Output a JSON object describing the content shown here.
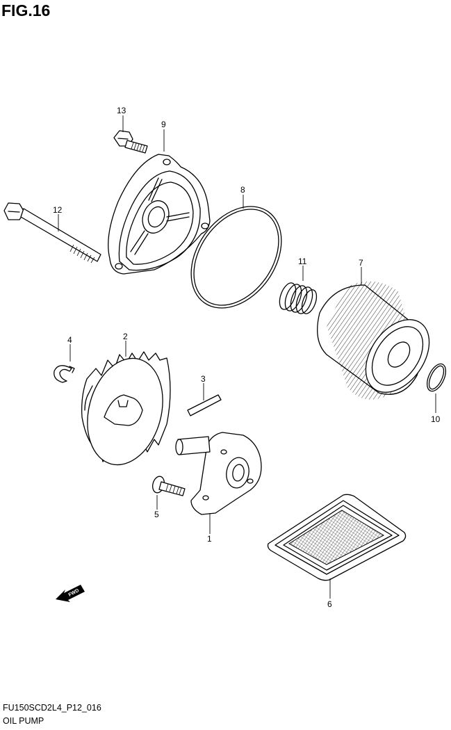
{
  "figure": {
    "title": "FIG.16",
    "code": "FU150SCD2L4_P12_016",
    "name": "OIL PUMP"
  },
  "callouts": {
    "p1": "1",
    "p2": "2",
    "p3": "3",
    "p4": "4",
    "p5": "5",
    "p6": "6",
    "p7": "7",
    "p8": "8",
    "p9": "9",
    "p10": "10",
    "p11": "11",
    "p12": "12",
    "p13": "13"
  },
  "fwd_label": "FWD"
}
